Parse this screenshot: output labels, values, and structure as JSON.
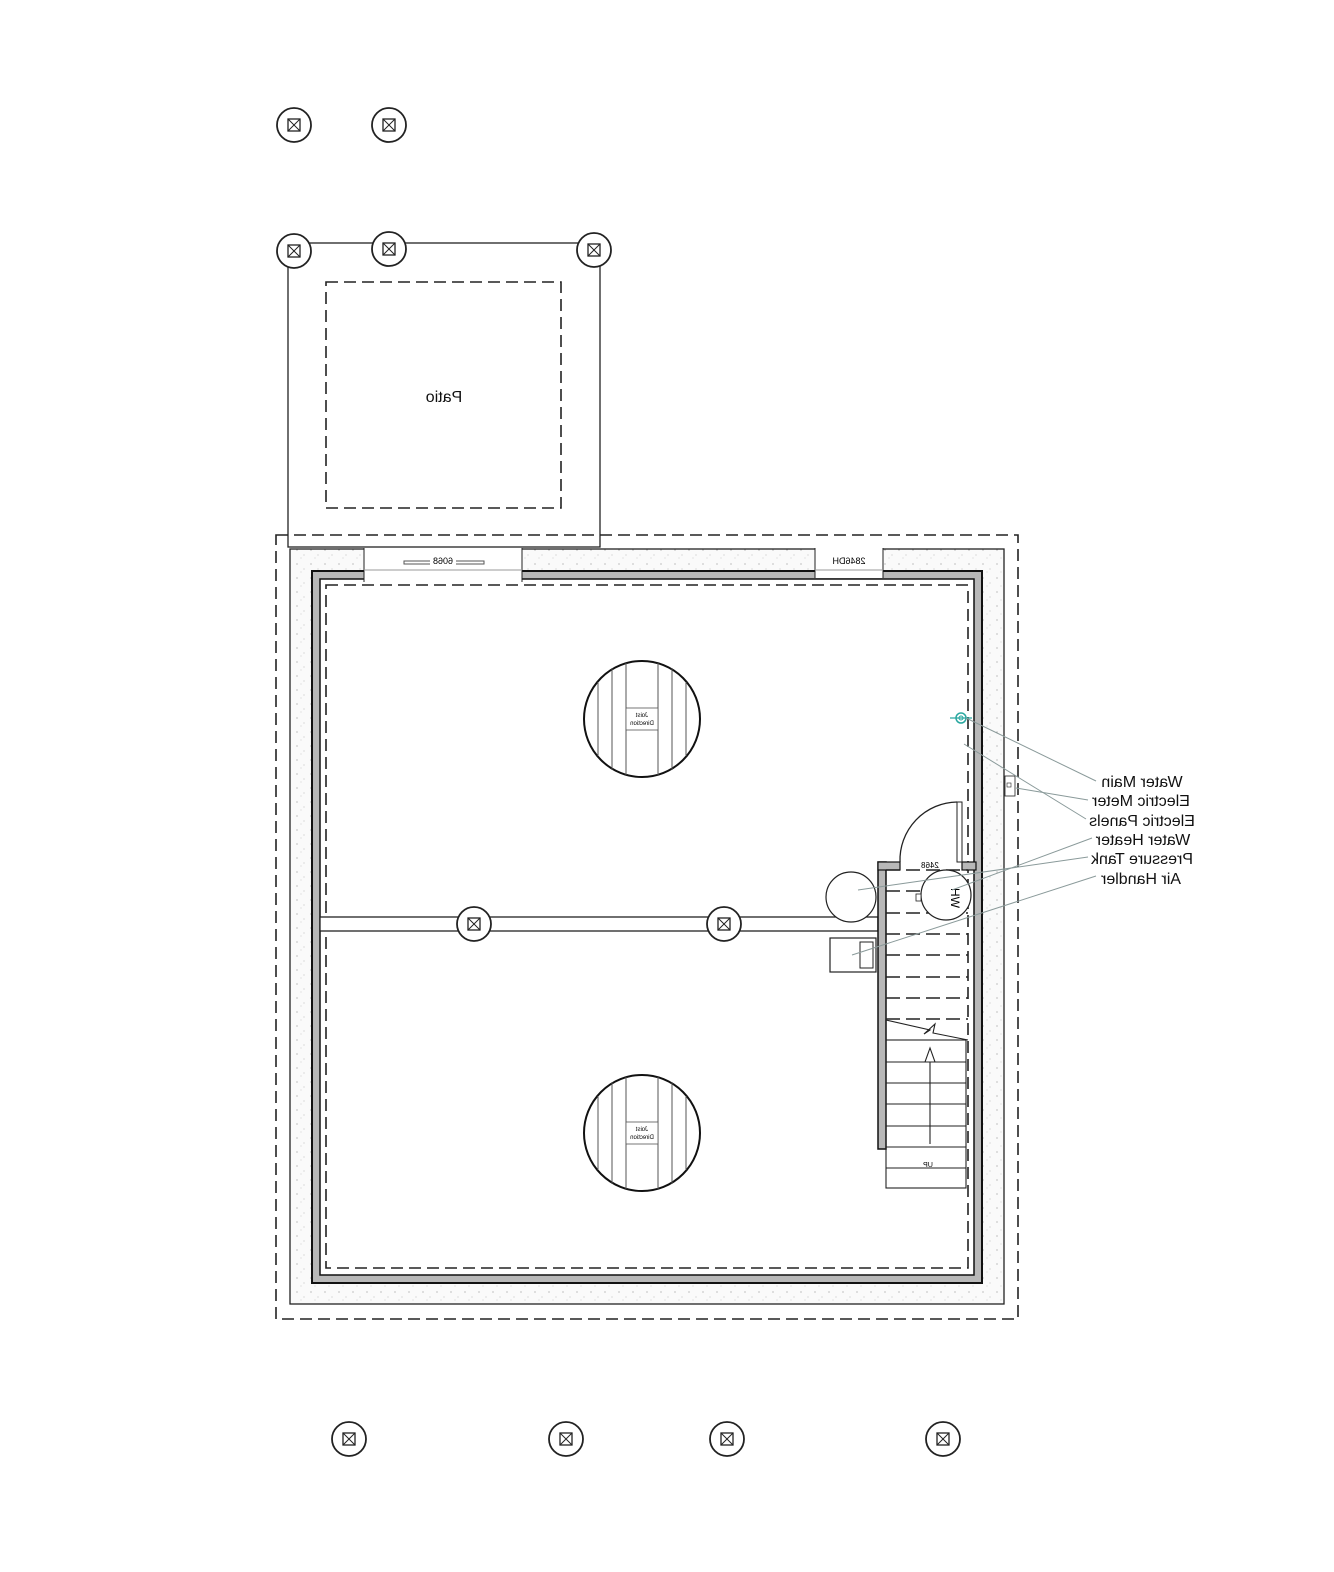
{
  "plan": {
    "patio_label": "Patio",
    "window_tag": "6068",
    "window_tag_2": "2846DH",
    "door_tag": "2468",
    "water_heater_tag": "WH",
    "stair_label": "UP",
    "joist_label_1": "Joist",
    "joist_label_2": "Direction",
    "text_mirrored": true
  },
  "callouts": [
    {
      "label": "Water Main"
    },
    {
      "label": "Electric Meter"
    },
    {
      "label": "Electric Panels"
    },
    {
      "label": "Water Heater"
    },
    {
      "label": "Pressure Tank"
    },
    {
      "label": "Air Handler"
    }
  ],
  "colors": {
    "line": "#222222",
    "wall_fill": "#b8b8b8",
    "leader": "#8a9a9a",
    "water_main": "#2aa8a0"
  }
}
